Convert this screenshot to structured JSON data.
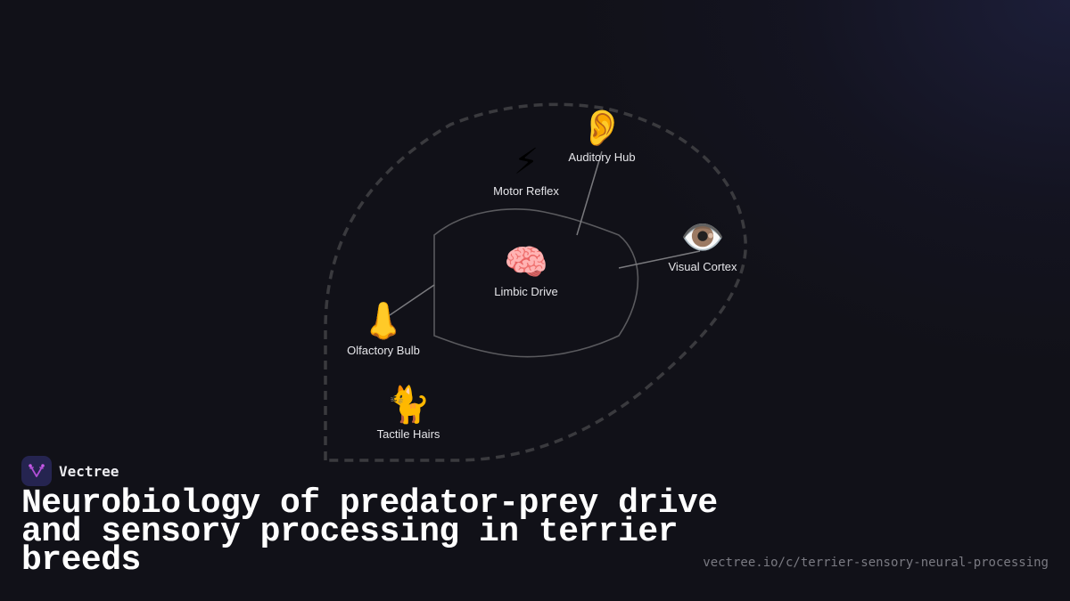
{
  "diagram": {
    "nodes": [
      {
        "id": "auditory",
        "label": "Auditory Hub",
        "icon": "👂",
        "icon_name": "ear-icon"
      },
      {
        "id": "motor",
        "label": "Motor Reflex",
        "icon": "⚡",
        "icon_name": "lightning-icon"
      },
      {
        "id": "limbic",
        "label": "Limbic Drive",
        "icon": "🧠",
        "icon_name": "brain-icon"
      },
      {
        "id": "visual",
        "label": "Visual Cortex",
        "icon": "👁️",
        "icon_name": "eye-icon"
      },
      {
        "id": "olfactory",
        "label": "Olfactory Bulb",
        "icon": "👃",
        "icon_name": "nose-icon"
      },
      {
        "id": "tactile",
        "label": "Tactile Hairs",
        "icon": "🐈",
        "icon_name": "cat-icon"
      }
    ],
    "colors": {
      "outer_boundary": "#3a3a3e",
      "inner_boundary": "#5a5a5e",
      "connector": "#7a7a7e"
    }
  },
  "brand": {
    "name": "Vectree",
    "logo_bg": "#252450",
    "logo_accent": "#b04fd6"
  },
  "title": "Neurobiology of predator-prey drive and sensory processing in terrier breeds",
  "url": "vectree.io/c/terrier-sensory-neural-processing"
}
